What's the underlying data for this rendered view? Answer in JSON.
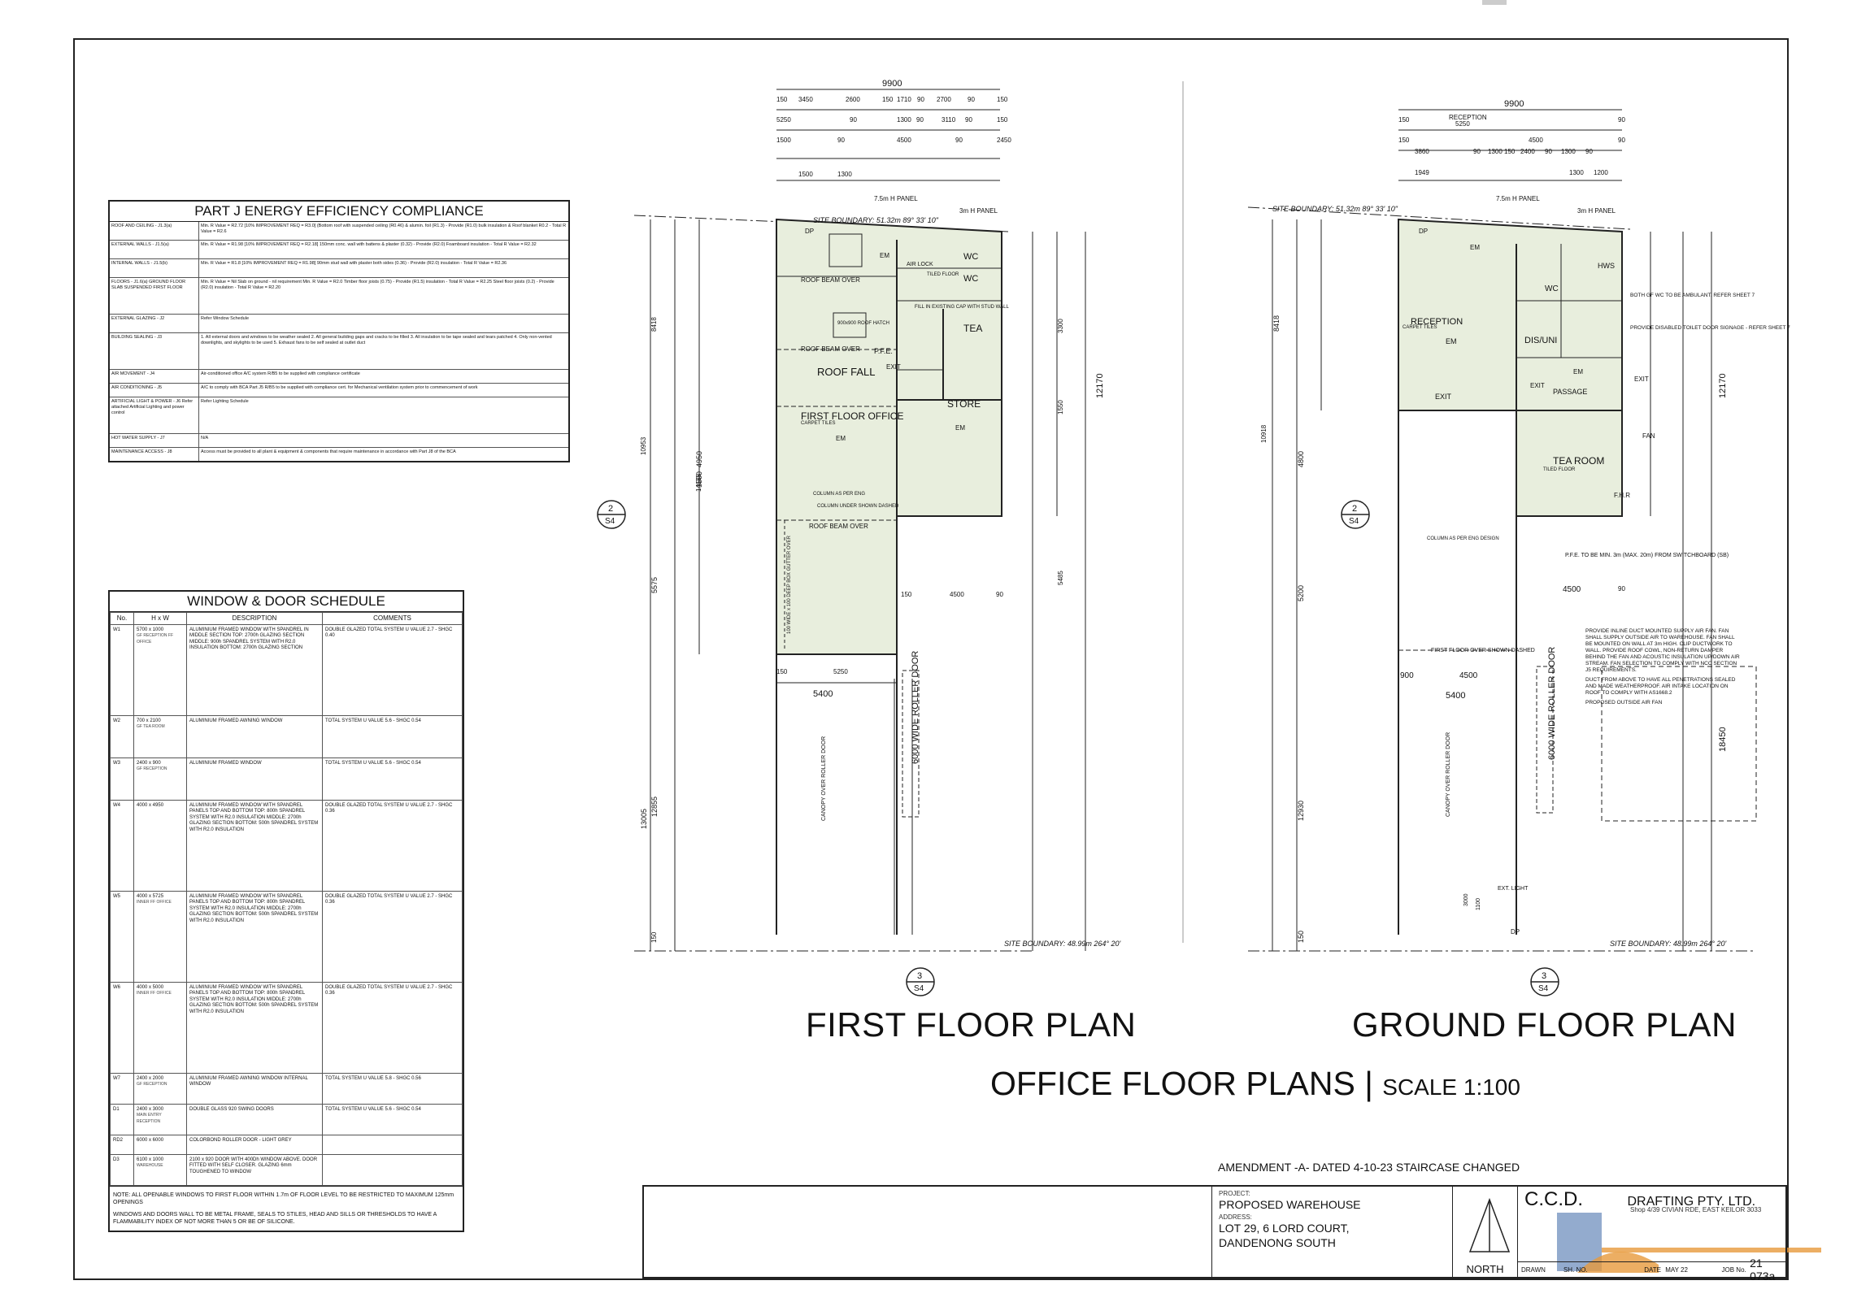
{
  "energy": {
    "title": "PART J ENERGY EFFICIENCY COMPLIANCE",
    "rows": [
      {
        "label": "ROOF AND CEILING - J1.3(a)",
        "value": "Min. R Value = R2.72 [10% IMPROVEMENT REQ = R3.0]  (Bottom roof with suspended ceiling (R0.46) & alumin. foil (R1.3) - Provide (R1.0) bulk insulation & Roof blanket R0.2 - Total R Value = R2.6"
      },
      {
        "label": "EXTERNAL WALLS - J1.5(a)",
        "value": "Min. R Value = R1.98 [10% IMPROVEMENT REQ = R2.18]  150mm conc. wall with battens & plaster (0.32) - Provide (R2.0) Foamboard insulation - Total R Value = R2.32"
      },
      {
        "label": "INTERNAL WALLS - J1.5(b)",
        "value": "Min. R Value = R1.8 [10% IMPROVEMENT REQ = R1.98]  90mm stud wall with plaster both sides (0.36) - Provide (R2.0) insulation - Total R Value = R2.36"
      },
      {
        "label": "FLOORS - J1.6(a)  GROUND FLOOR SLAB  SUSPENDED FIRST FLOOR",
        "value": "Min. R Value = Nil  Slab on ground - nil requirement  Min. R Value = R2.0  Timber floor joists (0.75) - Provide (R1.5) insulation - Total R Value = R2.25  Steel floor joists (0.2) - Provide (R2.0) insulation - Total R Value = R2.20"
      },
      {
        "label": "EXTERNAL GLAZING - J2",
        "value": "Refer Window Schedule"
      },
      {
        "label": "BUILDING SEALING - J3",
        "value": "1. All external doors and windows to be weather sealed  2. All general building gaps and cracks to be filled  3. All insulation to be tape sealed and tears patched  4. Only non-vented downlights, and skylights to be used  5. Exhaust fans to be self sealed at outlet duct"
      },
      {
        "label": "AIR MOVEMENT - J4",
        "value": "Air-conditioned office A/C system R/B5 to be supplied with compliance certificate"
      },
      {
        "label": "AIR CONDITIONING - J5",
        "value": "A/C to comply with BCA Part J5 R/B5 to be supplied with compliance cert. for Mechanical ventilation system prior to commencement of work"
      },
      {
        "label": "ARTIFICIAL LIGHT & POWER - J6  Refer attached Artificial Lighting and power control",
        "value": "Refer Lighting Schedule"
      },
      {
        "label": "HOT WATER SUPPLY - J7",
        "value": "N/A"
      },
      {
        "label": "MAINTENANCE ACCESS - J8",
        "value": "Access must be provided to all plant & equipment & components that require maintenance in accordance with Part J8 of the BCA"
      }
    ]
  },
  "schedule": {
    "title": "WINDOW & DOOR SCHEDULE",
    "columns": [
      "No.",
      "H x W",
      "DESCRIPTION",
      "COMMENTS"
    ],
    "rows": [
      {
        "no": "W1",
        "size": "5700 x 1000",
        "loc": "GF RECEPTION FF OFFICE",
        "desc": "ALUMINIUM FRAMED WINDOW WITH SPANDREL IN MIDDLE SECTION  TOP: 2700h GLAZING SECTION  MIDDLE: 900h SPANDREL SYSTEM WITH R2.0 INSULATION  BOTTOM: 2700h GLAZING SECTION",
        "comment": "DOUBLE GLAZED  TOTAL SYSTEM U VALUE 2.7 - SHGC 0.40"
      },
      {
        "no": "W2",
        "size": "700 x 2100",
        "loc": "GF TEA ROOM",
        "desc": "ALUMINIUM FRAMED AWNING WINDOW",
        "comment": "TOTAL SYSTEM U VALUE 5.6 - SHGC 0.54"
      },
      {
        "no": "W3",
        "size": "2400 x 900",
        "loc": "GF RECEPTION",
        "desc": "ALUMINIUM FRAMED WINDOW",
        "comment": "TOTAL SYSTEM U VALUE 5.6 - SHGC 0.54"
      },
      {
        "no": "W4",
        "size": "4000 x 4950",
        "loc": "",
        "desc": "ALUMINIUM FRAMED WINDOW WITH SPANDREL PANELS TOP AND BOTTOM  TOP: 800h SPANDREL SYSTEM WITH R2.0 INSULATION  MIDDLE: 2700h GLAZING SECTION  BOTTOM: 500h SPANDREL SYSTEM WITH R2.0 INSULATION",
        "comment": "DOUBLE GLAZED  TOTAL SYSTEM U VALUE 2.7 - SHGC 0.36"
      },
      {
        "no": "W5",
        "size": "4000 x 5725",
        "loc": "INNER FF OFFICE",
        "desc": "ALUMINIUM FRAMED WINDOW WITH SPANDREL PANELS TOP AND BOTTOM  TOP: 800h SPANDREL SYSTEM WITH R2.0 INSULATION  MIDDLE: 2700h GLAZING SECTION  BOTTOM: 500h SPANDREL SYSTEM WITH R2.0 INSULATION",
        "comment": "DOUBLE GLAZED  TOTAL SYSTEM U VALUE 2.7 - SHGC 0.36"
      },
      {
        "no": "W6",
        "size": "4000 x 5000",
        "loc": "INNER FF OFFICE",
        "desc": "ALUMINIUM FRAMED WINDOW WITH SPANDREL PANELS TOP AND BOTTOM  TOP: 800h SPANDREL SYSTEM WITH R2.0 INSULATION  MIDDLE: 2700h GLAZING SECTION  BOTTOM: 500h SPANDREL SYSTEM WITH R2.0 INSULATION",
        "comment": "DOUBLE GLAZED  TOTAL SYSTEM U VALUE 2.7 - SHGC 0.36"
      },
      {
        "no": "W7",
        "size": "2400 x 2000",
        "loc": "GF RECEPTION",
        "desc": "ALUMINIUM FRAMED AWNING WINDOW INTERNAL WINDOW",
        "comment": "TOTAL SYSTEM U VALUE 5.8 - SHGC 0.56"
      },
      {
        "no": "D1",
        "size": "2400 x 3000",
        "loc": "MAIN ENTRY RECEPTION",
        "desc": "DOUBLE GLASS 920 SWING DOORS",
        "comment": "TOTAL SYSTEM U VALUE 5.6 - SHGC 0.54"
      },
      {
        "no": "RD2",
        "size": "6000 x 6000",
        "loc": "",
        "desc": "COLORBOND ROLLER DOOR - LIGHT GREY",
        "comment": ""
      },
      {
        "no": "D3",
        "size": "6100 x 1000",
        "loc": "WAREHOUSE",
        "desc": "2100 x 920 DOOR WITH 400Dh WINDOW ABOVE. DOOR FITTED WITH SELF CLOSER. GLAZING 6mm TOUGHENED TO WINDOW",
        "comment": ""
      }
    ],
    "notes": [
      "NOTE: ALL OPENABLE WINDOWS TO FIRST FLOOR WITHIN 1.7m OF FLOOR LEVEL TO BE RESTRICTED TO MAXIMUM 125mm OPENINGS",
      "WINDOWS AND DOORS WALL TO BE METAL FRAME, SEALS TO STILES, HEAD AND SILLS OR THRESHOLDS TO HAVE A FLAMMABILITY INDEX OF NOT MORE THAN 5 OR BE OF SILICONE."
    ]
  },
  "first_floor": {
    "title": "FIRST FLOOR PLAN",
    "top_dims": [
      "9900",
      "150",
      "3450",
      "2600",
      "150",
      "1710",
      "90",
      "2700",
      "90",
      "150",
      "5250",
      "90",
      "1300",
      "90",
      "3110",
      "90",
      "150",
      "1500",
      "90",
      "4500",
      "90",
      "2450",
      "1500",
      "1300"
    ],
    "site_boundary_top": "SITE BOUNDARY: 51.32m  89° 33' 10\"",
    "site_boundary_bottom": "SITE BOUNDARY: 48.99m  264° 20'",
    "panel_labels": [
      "7.5m H PANEL",
      "3m H PANEL"
    ],
    "rooms": [
      "WC",
      "WC",
      "AIR LOCK",
      "TEA",
      "STORE",
      "FIRST FLOOR OFFICE",
      "ROOF FALL",
      "ROOF BEAM OVER",
      "ROOF BEAM OVER",
      "ROOF BEAM OVER",
      "P.F.E.",
      "EXIT",
      "DP",
      "EM",
      "EM",
      "EM"
    ],
    "room_notes": [
      "TILED FLOOR",
      "CARPET TILES",
      "900x900 ROOF HATCH",
      "FILL IN EXISTING CAP WITH STUD WALL",
      "COLUMN AS PER ENG",
      "COLUMN UNDER SHOWN DASHED"
    ],
    "side_dims": [
      "8418",
      "10953",
      "14155",
      "5575",
      "13005",
      "12855",
      "3500",
      "4950",
      "12170",
      "3300",
      "1550",
      "5485",
      "150"
    ],
    "bottom_dims": [
      "150",
      "5250",
      "5400",
      "150",
      "4500",
      "90"
    ],
    "door_label": "6000 WIDE ROLLER DOOR",
    "canopy_label": "CANOPY OVER ROLLER DOOR",
    "gutter_label": "100 WIDE x 100 DEEP BOX GUTTER OVER",
    "section_top": "2",
    "section_top_sheet": "S4",
    "section_bottom": "3",
    "section_bottom_sheet": "S4"
  },
  "ground_floor": {
    "title": "GROUND FLOOR PLAN",
    "top_dims": [
      "9900",
      "150",
      "90",
      "RECEPTION",
      "5250",
      "150",
      "4500",
      "90",
      "3860",
      "90",
      "1300",
      "150",
      "2400",
      "90",
      "1300",
      "90",
      "1949",
      "1300",
      "1200"
    ],
    "site_boundary_top": "SITE BOUNDARY: 51.32m  89° 33' 10\"",
    "site_boundary_bottom": "SITE BOUNDARY: 48.99m  264° 20'",
    "panel_labels": [
      "7.5m H PANEL",
      "3m H PANEL"
    ],
    "rooms": [
      "RECEPTION",
      "DIS/UNI",
      "WC",
      "TEA ROOM",
      "PASSAGE",
      "HWS",
      "EXIT",
      "EXIT",
      "EXIT",
      "EM",
      "EM",
      "EM",
      "FAN",
      "F.H.R",
      "DP",
      "DP"
    ],
    "room_notes": [
      "CARPET TILES",
      "TILED FLOOR",
      "COLUMN AS PER ENG DESIGN",
      "FIRST FLOOR OVER SHOWN DASHED",
      "BOTH GF WC TO BE AMBULANT. REFER SHEET 7",
      "PROVIDE DISABLED TOILET DOOR SIGNAGE - REFER SHEET 7",
      "P.F.E. TO BE MIN. 3m (MAX. 20m) FROM SWITCHBOARD (SB)",
      "EXT. LIGHT"
    ],
    "side_dims": [
      "8418",
      "10918",
      "4800",
      "5200",
      "12930",
      "150",
      "12170",
      "18450",
      "3000",
      "1100"
    ],
    "bottom_dims": [
      "4500",
      "90",
      "900",
      "4500",
      "5400"
    ],
    "door_label": "6000 WIDE ROLLER DOOR",
    "canopy_label": "CANOPY OVER ROLLER DOOR",
    "fan_note": "PROVIDE INLINE DUCT MOUNTED SUPPLY AIR FAN. FAN SHALL SUPPLY OUTSIDE AIR TO WAREHOUSE. FAN SHALL BE MOUNTED ON WALL AT 3m HIGH. CLIP DUCTWORK TO WALL. PROVIDE ROOF COWL, NON-RETURN DAMPER BEHIND THE FAN AND ACOUSTIC INSULATION UP/DOWN AIR STREAM. FAN SELECTION TO COMPLY WITH NCC SECTION J5 REQUIREMENTS.",
    "fan_note_2": "DUCT FROM ABOVE TO HAVE ALL PENETRATIONS SEALED AND MADE WEATHERPROOF. AIR INTAKE LOCATION ON ROOF TO COMPLY WITH AS1668.2",
    "fan_spec_title": "PROPOSED OUTSIDE AIR FAN",
    "section_top": "2",
    "section_top_sheet": "S4",
    "section_bottom": "3",
    "section_bottom_sheet": "S4"
  },
  "sheet": {
    "title": "OFFICE FLOOR PLANS",
    "scale": "SCALE 1:100",
    "amendment": "AMENDMENT -A- DATED 4-10-23  STAIRCASE  CHANGED"
  },
  "title_block": {
    "project_label": "PROJECT:",
    "project": "PROPOSED WAREHOUSE",
    "address_label": "ADDRESS:",
    "address_line1": "LOT 29, 6 LORD COURT,",
    "address_line2": "DANDENONG SOUTH",
    "north_label": "NORTH",
    "firm_short": "C.C.D.",
    "firm_name": "DRAFTING PTY. LTD.",
    "firm_address": "Shop 4/39 CIVIAN RDE, EAST KEILOR 3033",
    "drawn_label": "DRAWN",
    "sheet_label": "SH. NO.",
    "date_label": "DATE",
    "date_value": "MAY 22",
    "job_label": "JOB No.",
    "job_number": "21 073a"
  },
  "colors": {
    "plan_fill": "#e8eedd",
    "line": "#222222",
    "watermark_blue": "#3a66a6",
    "watermark_orange": "#e79a3c"
  }
}
